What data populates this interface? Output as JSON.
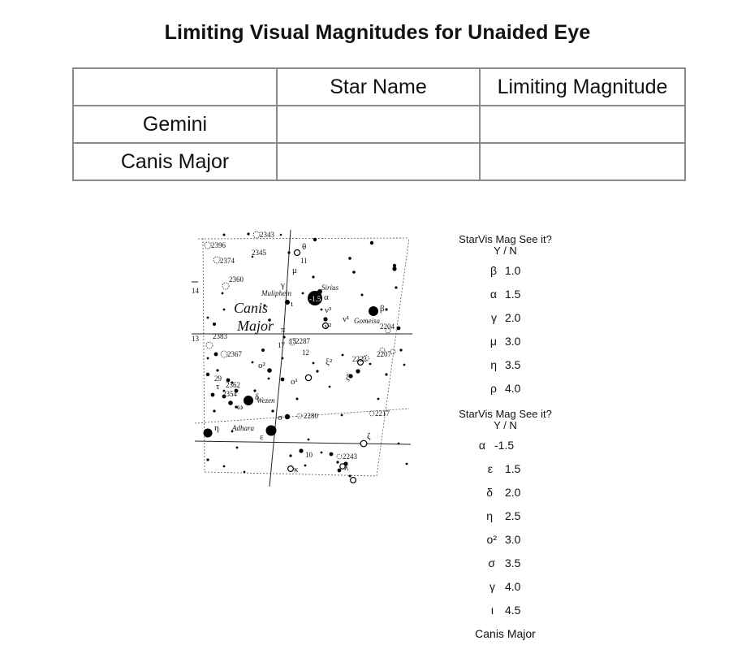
{
  "title": "Limiting Visual Magnitudes for Unaided Eye",
  "table": {
    "headers": [
      "",
      "Star Name",
      "Limiting Magnitude"
    ],
    "rows": [
      [
        "Gemini",
        "",
        ""
      ],
      [
        "Canis Major",
        "",
        ""
      ]
    ]
  },
  "chart_labels": {
    "constellation": "Canis\nMajor",
    "sirius": "Sirius",
    "muliphein": "Muliphein",
    "gomeisa": "Gomeisa",
    "wezen": "Wezen",
    "adhara": "Adhara",
    "sirius_mag": "-1.5",
    "ngc": [
      "2343",
      "2396",
      "2345",
      "2374",
      "2360",
      "2383",
      "2367",
      "2287",
      "2223",
      "2207",
      "2204",
      "2362",
      "2354",
      "2280",
      "2217",
      "2243"
    ],
    "greek": {
      "theta": "θ",
      "mu": "μ",
      "gamma": "γ",
      "iota": "ι",
      "alpha": "α",
      "beta": "β",
      "nu1": "ν¹",
      "nu2": "ν²",
      "nu3": "ν³",
      "pi": "π",
      "xi1": "ξ¹",
      "xi2": "ξ²",
      "o1": "ο¹",
      "o2": "ο²",
      "delta": "δ",
      "sigma": "σ",
      "tau": "τ",
      "omega": "ω",
      "eta": "η",
      "epsilon": "ε",
      "zeta": "ζ",
      "kappa": "κ",
      "lambda": "λ"
    },
    "numbers": {
      "n11": "11",
      "n17": "17",
      "n15": "15",
      "n12": "12",
      "n29": "29",
      "n10": "10",
      "n14": "14",
      "n13": "13"
    }
  },
  "gemini_panel": {
    "header_line1": "StarVis Mag See it?",
    "header_line2": "Y / N",
    "rows": [
      {
        "sym": "β",
        "mag": "1.0"
      },
      {
        "sym": "α",
        "mag": "1.5"
      },
      {
        "sym": "γ",
        "mag": "2.0"
      },
      {
        "sym": "μ",
        "mag": "3.0"
      },
      {
        "sym": "η",
        "mag": "3.5"
      },
      {
        "sym": "ρ",
        "mag": "4.0"
      }
    ]
  },
  "canis_panel": {
    "header_line1": "StarVis Mag See it?",
    "header_line2": "Y / N",
    "rows": [
      {
        "sym": "α",
        "mag": "-1.5"
      },
      {
        "sym": "ε",
        "mag": "1.5"
      },
      {
        "sym": "δ",
        "mag": "2.0"
      },
      {
        "sym": "η",
        "mag": "2.5"
      },
      {
        "sym": "o²",
        "mag": "3.0"
      },
      {
        "sym": "σ",
        "mag": "3.5"
      },
      {
        "sym": "γ",
        "mag": "4.0"
      },
      {
        "sym": "ι",
        "mag": "4.5"
      }
    ]
  },
  "footer": "Canis Major"
}
